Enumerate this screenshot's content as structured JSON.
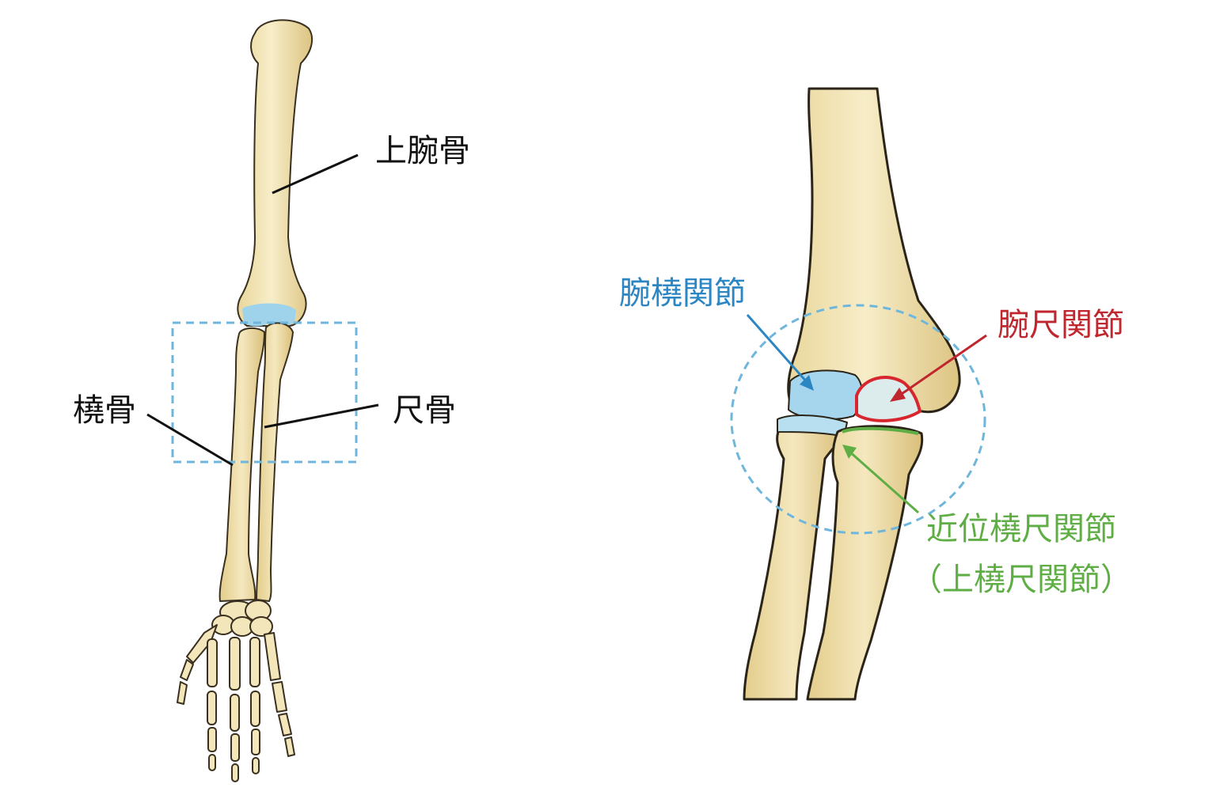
{
  "labels": {
    "humerus": "上腕骨",
    "radius": "橈骨",
    "ulna": "尺骨",
    "humeroradial": "腕橈関節",
    "humeroulnar": "腕尺関節",
    "proximal_radioulnar_line1": "近位橈尺関節",
    "proximal_radioulnar_line2": "（上橈尺関節）"
  },
  "colors": {
    "bone": "#f1e3b4",
    "bone_shade": "#d9c27f",
    "outline": "#2b2418",
    "cartilage_blue": "#9fd3ec",
    "dashed_box": "#6fb6dc",
    "label_black": "#111111",
    "label_blue": "#2c86c4",
    "label_red": "#c0262d",
    "label_green": "#5fae45"
  },
  "icons": {
    "arm": "arm-skeleton-illustration",
    "elbow": "elbow-joint-illustration"
  }
}
